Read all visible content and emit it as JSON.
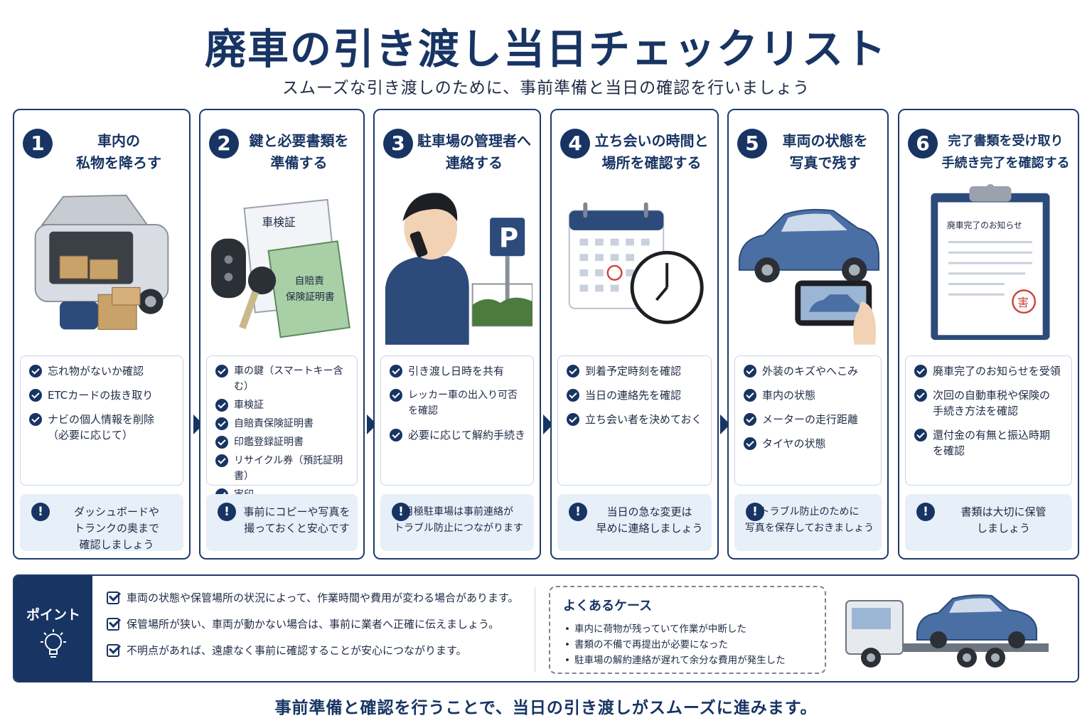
{
  "title": "廃車の引き渡し当日チェックリスト",
  "subtitle": "スムーズな引き渡しのために、事前準備と当日の確認を行いましょう",
  "steps": [
    {
      "num": "1",
      "title": "車内の\n私物を降ろす",
      "checks": [
        "忘れ物がないか確認",
        "ETCカードの抜き取り",
        "ナビの個人情報を削除\n（必要に応じて）"
      ],
      "note": "ダッシュボードや\nトランクの奥まで\n確認しましょう"
    },
    {
      "num": "2",
      "title": "鍵と必要書類を\n準備する",
      "illus_labels": [
        "車検証",
        "自賠責\n保険証明書"
      ],
      "checks": [
        "車の鍵（スマートキー含む）",
        "車検証",
        "自賠責保険証明書",
        "印鑑登録証明書",
        "リサイクル券（預託証明書）",
        "実印"
      ],
      "note": "事前にコピーや写真を\n撮っておくと安心です"
    },
    {
      "num": "3",
      "title": "駐車場の管理者へ\n連絡する",
      "illus_labels": [
        "P"
      ],
      "checks": [
        "引き渡し日時を共有",
        "レッカー車の出入り可否を確認",
        "必要に応じて解約手続き"
      ],
      "note": "月極駐車場は事前連絡が\nトラブル防止につながります"
    },
    {
      "num": "4",
      "title": "立ち会いの時間と\n場所を確認する",
      "checks": [
        "到着予定時刻を確認",
        "当日の連絡先を確認",
        "立ち会い者を決めておく"
      ],
      "note": "当日の急な変更は\n早めに連絡しましょう"
    },
    {
      "num": "5",
      "title": "車両の状態を\n写真で残す",
      "checks": [
        "外装のキズやへこみ",
        "車内の状態",
        "メーターの走行距離",
        "タイヤの状態"
      ],
      "note": "トラブル防止のために\n写真を保存しておきましょう"
    },
    {
      "num": "6",
      "title": "完了書類を受け取り\n手続き完了を確認する",
      "illus_labels": [
        "廃車完了のお知らせ",
        "害"
      ],
      "checks": [
        "廃車完了のお知らせを受領",
        "次回の自動車税や保険の\n手続き方法を確認",
        "還付金の有無と振込時期\nを確認"
      ],
      "note": "書類は大切に保管\nしましょう"
    }
  ],
  "point": {
    "label": "ポイント",
    "items": [
      "車両の状態や保管場所の状況によって、作業時間や費用が変わる場合があります。",
      "保管場所が狭い、車両が動かない場合は、事前に業者へ正確に伝えましょう。",
      "不明点があれば、遠慮なく事前に確認することが安心につながります。"
    ]
  },
  "cases": {
    "title": "よくあるケース",
    "items": [
      "車内に荷物が残っていて作業が中断した",
      "書類の不備で再提出が必要になった",
      "駐車場の解約連絡が遅れて余分な費用が発生した"
    ]
  },
  "footer": "事前準備と確認を行うことで、当日の引き渡しがスムーズに進みます。",
  "colors": {
    "navy": "#173463",
    "note_bg": "#e7eff9",
    "car_blue": "#4a6fa5"
  }
}
